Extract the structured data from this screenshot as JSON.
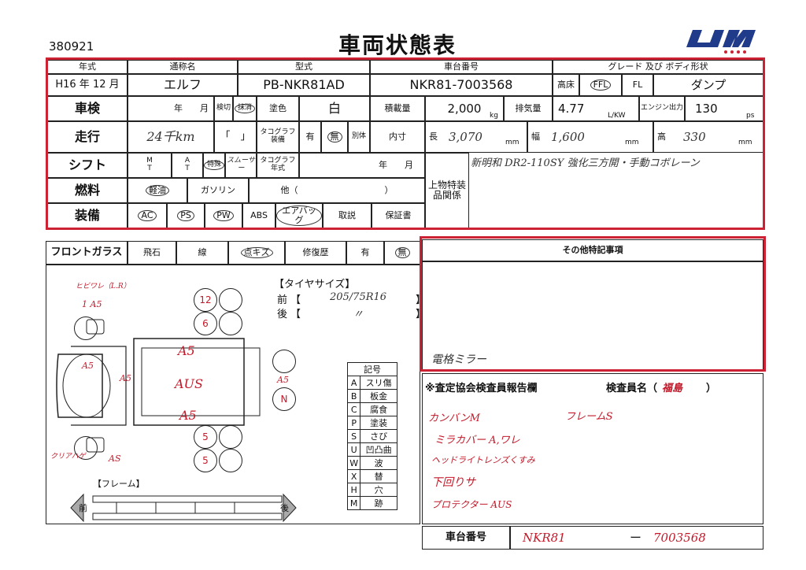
{
  "doc_number": "380921",
  "title": "車両状態表",
  "headers": {
    "year": "年式",
    "name": "通称名",
    "model": "型式",
    "chassis": "車台番号",
    "grade": "グレード 及び ボディ形状"
  },
  "row1": {
    "year": "H16 年 12 月",
    "name": "エルフ",
    "model": "PB-NKR81AD",
    "chassis": "NKR81-7003568",
    "high": "高床",
    "ffl": "FFL",
    "fl": "FL",
    "body": "ダンプ"
  },
  "row2": {
    "label": "車検",
    "ym": "年　　月",
    "kenkiri": "検切",
    "massho": "抹消",
    "color_label": "塗色",
    "color": "白",
    "load_label": "積載量",
    "load": "2,000",
    "load_unit": "kg",
    "disp_label": "排気量",
    "disp": "4.77",
    "disp_unit": "L/KW",
    "engine_label": "エンジン出力",
    "engine": "130",
    "engine_unit": "ps"
  },
  "row3": {
    "label": "走行",
    "km": "24千km",
    "bracket": "「　」",
    "tacho_label": "タコグラフ装備",
    "ari": "有",
    "nashi": "無",
    "betsu": "別体",
    "dim_label": "内寸",
    "l": "長",
    "l_val": "3,070",
    "l_unit": "mm",
    "w": "幅",
    "w_val": "1,600",
    "w_unit": "mm",
    "h": "高",
    "h_val": "330",
    "h_unit": "mm"
  },
  "row4": {
    "label": "シフト",
    "m": "M",
    "t": "T",
    "a": "A",
    "t2": "T",
    "special": "特殊",
    "smoother": "スムーサー",
    "tacho_year": "タコグラフ年式",
    "ym": "年　　月",
    "equip_label": "上物特装品関係",
    "equip_text": "新明和 DR2-110SY 強化三方開・手動コボレーン"
  },
  "row5": {
    "label": "燃料",
    "f1": "軽油",
    "f2": "ガソリン",
    "f3": "他（　　　　　　　　　　）"
  },
  "row6": {
    "label": "装備",
    "e1": "AC",
    "e2": "PS",
    "e3": "PW",
    "e4": "ABS",
    "e5": "エアバッグ",
    "e6": "取説",
    "e7": "保証書"
  },
  "front_glass": {
    "label": "フロントガラス",
    "c1": "飛石",
    "c2": "線",
    "c3": "点キズ",
    "hist": "修復歴",
    "ari": "有",
    "nashi": "無"
  },
  "tires": {
    "title": "【タイヤサイズ】",
    "front_label": "前",
    "front": "205/75R16",
    "rear_label": "後",
    "rear": "〃"
  },
  "legend": {
    "title": "記号",
    "rows": [
      [
        "A",
        "スリ傷"
      ],
      [
        "B",
        "板金"
      ],
      [
        "C",
        "腐食"
      ],
      [
        "P",
        "塗装"
      ],
      [
        "S",
        "さび"
      ],
      [
        "U",
        "凹凸曲"
      ],
      [
        "W",
        "波"
      ],
      [
        "X",
        "替"
      ],
      [
        "H",
        "穴"
      ],
      [
        "M",
        "跡"
      ]
    ]
  },
  "frame": {
    "title": "【フレーム】",
    "front": "前",
    "rear": "後"
  },
  "diagram_marks": {
    "m1": "ヒビワレ（L.R）",
    "m2": "1 A5",
    "m3": "A5",
    "m4": "A5",
    "m5": "AUS",
    "m6": "A5",
    "m7": "A5",
    "m8": "クリアハゲ",
    "m9": "AS",
    "m10": "12",
    "m11": "6",
    "m12": "5",
    "m13": "5",
    "m14": "N",
    "m15": "A5"
  },
  "notes": {
    "title": "その他特記事項",
    "text": "電格ミラー"
  },
  "inspector": {
    "title": "※査定協会検査員報告欄",
    "name_label": "検査員名（",
    "name": "福島",
    "close": "）",
    "lines": [
      "カンバンM",
      "フレームS",
      "ミラカバー A,ワレ",
      "ヘッドライトレンズくすみ",
      "下回りサ",
      "プロテクター AUS"
    ]
  },
  "footer": {
    "label": "車台番号",
    "a": "NKR81",
    "dash": "ー",
    "b": "7003568"
  },
  "logo": "um"
}
